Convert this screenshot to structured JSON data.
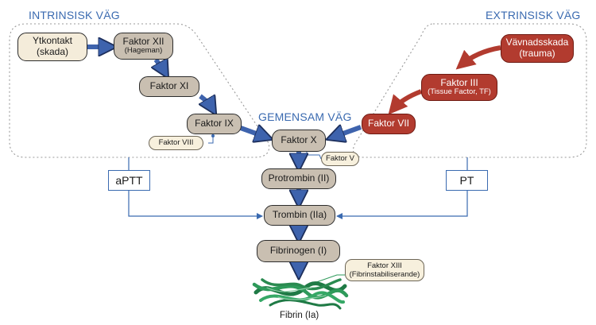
{
  "titles": {
    "intrinsic": "INTRINSISK VÄG",
    "extrinsic": "EXTRINSISK VÄG",
    "common": "GEMENSAM VÄG"
  },
  "intrinsic": {
    "contact": {
      "line1": "Ytkontakt",
      "line2": "(skada)"
    },
    "f12": {
      "line1": "Faktor XII",
      "line2": "(Hageman)"
    },
    "f11": "Faktor XI",
    "f9": "Faktor IX",
    "f8": "Faktor VIII"
  },
  "extrinsic": {
    "tissue_damage": {
      "line1": "Vävnadsskada",
      "line2": "(trauma)"
    },
    "f3": {
      "line1": "Faktor III",
      "line2": "(Tissue Factor, TF)"
    },
    "f7": "Faktor VII"
  },
  "common": {
    "f10": "Faktor X",
    "f5": "Faktor V",
    "prothrombin": "Protrombin (II)",
    "thrombin": "Trombin (IIa)",
    "fibrinogen": "Fibrinogen (I)",
    "f13": {
      "line1": "Faktor XIII",
      "line2": "(Fibrinstabiliserande)"
    },
    "fibrin": "Fibrin (Ia)"
  },
  "tests": {
    "aptt": "aPTT",
    "pt": "PT"
  },
  "colors": {
    "accent_blue": "#3a6ab0",
    "arrow_blue": "#4a6fb5",
    "node_gray": "#c9bfb1",
    "node_red": "#b23b2f",
    "fibrin_green": "#2e9a5a"
  }
}
